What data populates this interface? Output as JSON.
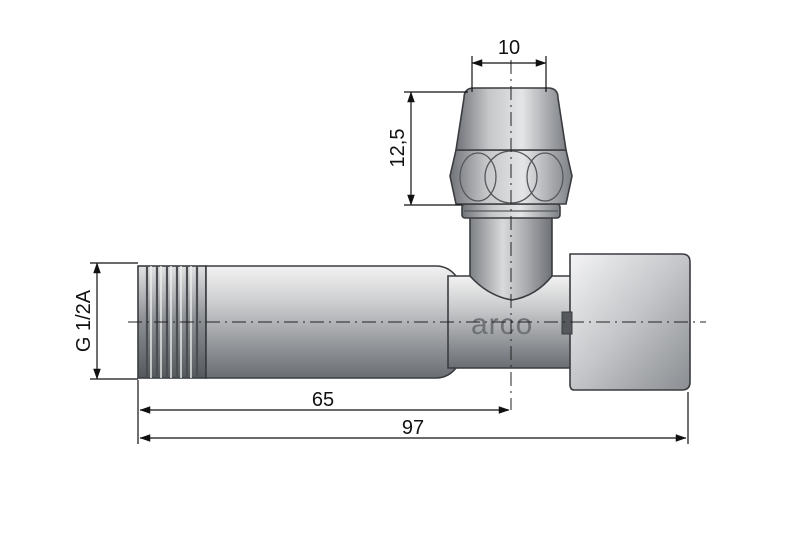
{
  "dimensions": {
    "top_width": "10",
    "cap_height": "12,5",
    "thread": "G 1/2A",
    "inlet_length": "65",
    "total_length": "97"
  },
  "brand_text": "arco",
  "colors": {
    "metal_dark": "#6f7277",
    "metal_mid": "#b9bbbe",
    "metal_light": "#eceded",
    "lines": "#111111"
  }
}
